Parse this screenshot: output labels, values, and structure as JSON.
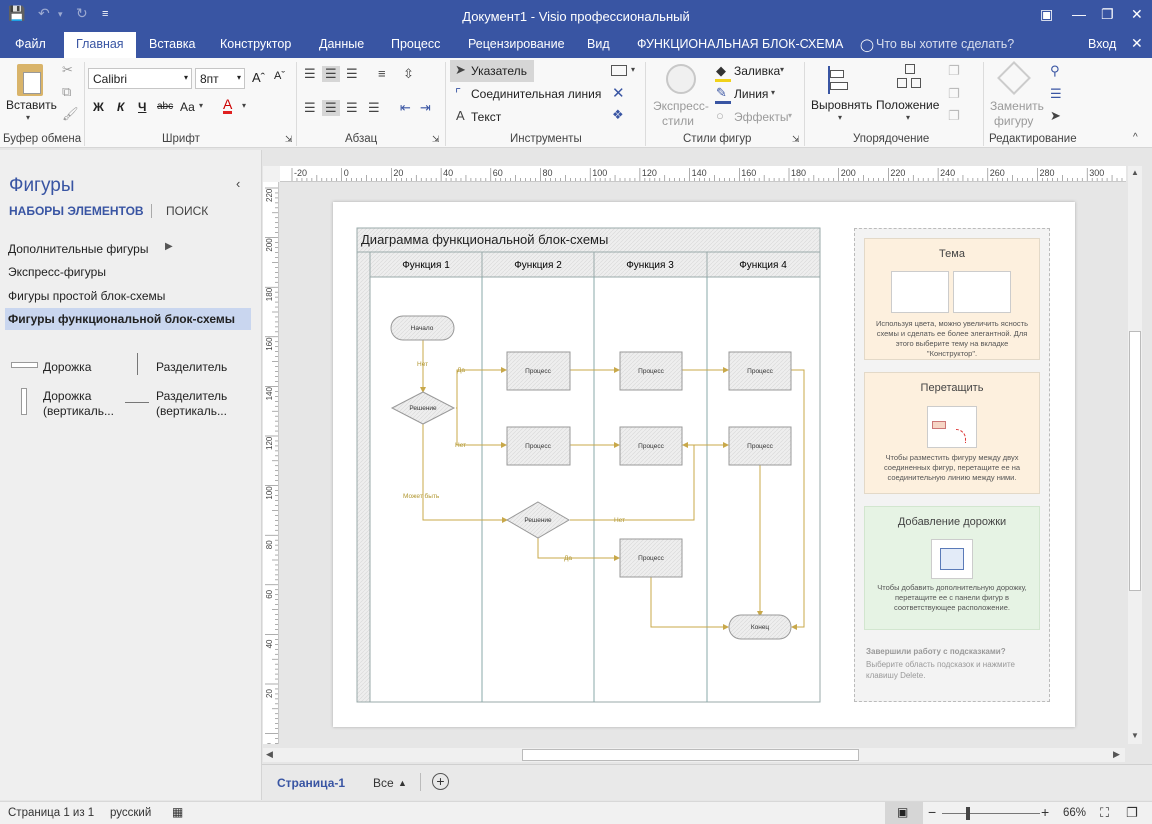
{
  "titlebar": {
    "title": "Документ1 - Visio профессиональный",
    "accent": "#3955a3"
  },
  "tabs": [
    "Файл",
    "Главная",
    "Вставка",
    "Конструктор",
    "Данные",
    "Процесс",
    "Рецензирование",
    "Вид",
    "ФУНКЦИОНАЛЬНАЯ БЛОК-СХЕМА"
  ],
  "tellme": "Что вы хотите сделать?",
  "signin": "Вход",
  "ribbon": {
    "clipboard": {
      "paste": "Вставить",
      "label": "Буфер обмена"
    },
    "font": {
      "name": "Calibri",
      "size": "8пт",
      "bold": "Ж",
      "italic": "К",
      "underline": "Ч",
      "strike": "abc",
      "case": "Аа",
      "label": "Шрифт"
    },
    "paragraph": {
      "label": "Абзац"
    },
    "tools": {
      "pointer": "Указатель",
      "connector": "Соединительная линия",
      "text": "Текст",
      "label": "Инструменты"
    },
    "shapestyles": {
      "express": "Экспресс-",
      "styles": "стили",
      "fill": "Заливка",
      "line": "Линия",
      "effects": "Эффекты",
      "label": "Стили фигур"
    },
    "arrange": {
      "align": "Выровнять",
      "position": "Положение",
      "label": "Упорядочение"
    },
    "editing": {
      "change": "Заменить",
      "shape": "фигуру",
      "label": "Редактирование"
    }
  },
  "leftpane": {
    "title": "Фигуры",
    "tab_sets": "НАБОРЫ ЭЛЕМЕНТОВ",
    "tab_search": "ПОИСК",
    "items": [
      "Дополнительные фигуры",
      "Экспресс-фигуры",
      "Фигуры простой блок-схемы",
      "Фигуры функциональной блок-схемы"
    ],
    "selected_index": 3,
    "shapes": [
      {
        "label": "Дорожка"
      },
      {
        "label": "Разделитель"
      },
      {
        "label1": "Дорожка",
        "label2": "(вертикаль..."
      },
      {
        "label1": "Разделитель",
        "label2": "(вертикаль..."
      }
    ]
  },
  "ruler_h": [
    "-20",
    "0",
    "20",
    "40",
    "60",
    "80",
    "100",
    "120",
    "140",
    "160",
    "180",
    "200",
    "220",
    "240",
    "260",
    "280",
    "300"
  ],
  "ruler_v": [
    "220",
    "200",
    "180",
    "160",
    "140",
    "120",
    "100",
    "80",
    "60",
    "40",
    "20",
    "0"
  ],
  "diagram": {
    "title": "Диаграмма функциональной блок-схемы",
    "lanes": [
      "Функция 1",
      "Функция 2",
      "Функция 3",
      "Функция 4"
    ],
    "start": "Начало",
    "end": "Конец",
    "decision": "Решение",
    "process": "Процесс",
    "yes": "Да",
    "no": "Нет",
    "maybe": "Может быть",
    "connector_color": "#c8a84a"
  },
  "tips": {
    "theme_title": "Тема",
    "theme_body": "Используя цвета, можно увеличить ясность схемы и сделать ее более элегантной. Для этого выберите тему на вкладке \"Конструктор\".",
    "drag_title": "Перетащить",
    "drag_body": "Чтобы разместить фигуру между двух соединенных фигур, перетащите ее на соединительную линию между ними.",
    "lane_title": "Добавление дорожки",
    "lane_body": "Чтобы добавить дополнительную дорожку, перетащите ее с панели фигур в соответствующее расположение.",
    "done_title": "Завершили работу с подсказками?",
    "done_body": "Выберите область подсказок и нажмите клавишу Delete."
  },
  "pagetabs": {
    "page": "Страница-1",
    "all": "Все"
  },
  "status": {
    "page": "Страница 1 из 1",
    "lang": "русский",
    "zoom": "66%"
  }
}
